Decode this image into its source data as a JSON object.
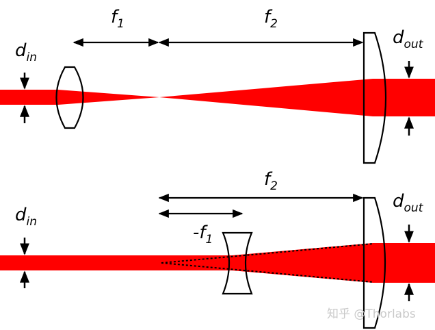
{
  "top": {
    "f1": "f",
    "f1_sub": "1",
    "f2": "f",
    "f2_sub": "2",
    "din": "d",
    "din_sub": "in",
    "dout": "d",
    "dout_sub": "out"
  },
  "bottom": {
    "f1": "-f",
    "f1_sub": "1",
    "f2": "f",
    "f2_sub": "2",
    "din": "d",
    "din_sub": "in",
    "dout": "d",
    "dout_sub": "out"
  },
  "watermark": "知乎 @Thorlabs",
  "colors": {
    "beam": "#ff0000",
    "ink": "#000000",
    "watermark": "#c9c9c9"
  }
}
